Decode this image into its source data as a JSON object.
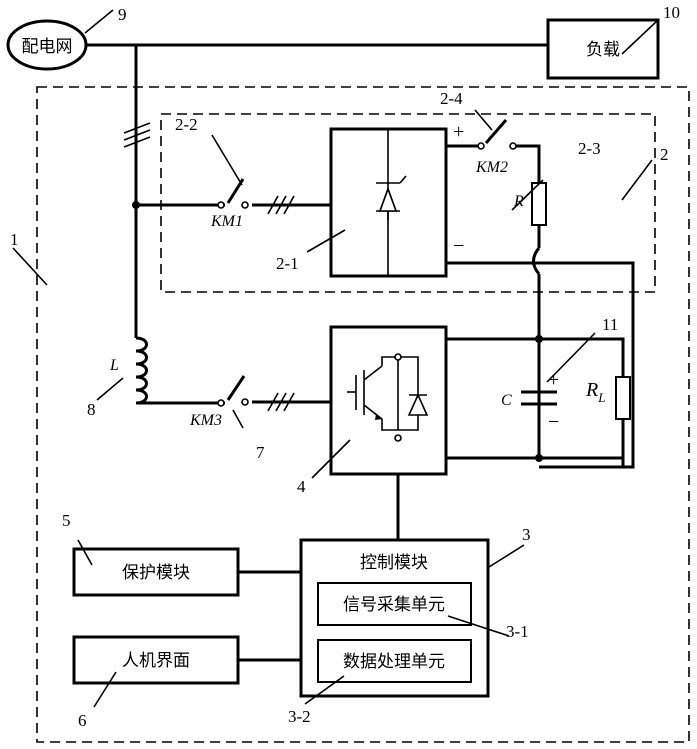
{
  "labels": {
    "grid": "配电网",
    "load": "负载",
    "protection": "保护模块",
    "hmi": "人机界面",
    "control": "控制模块",
    "signal": "信号采集单元",
    "data_proc": "数据处理单元"
  },
  "refs": {
    "r1": "1",
    "r2": "2",
    "r2_1": "2-1",
    "r2_2": "2-2",
    "r2_3": "2-3",
    "r2_4": "2-4",
    "r3": "3",
    "r3_1": "3-1",
    "r3_2": "3-2",
    "r4": "4",
    "r5": "5",
    "r6": "6",
    "r7": "7",
    "r8": "8",
    "r9": "9",
    "r10": "10",
    "r11": "11"
  },
  "symbols": {
    "km1": "KM1",
    "km2": "KM2",
    "km3": "KM3",
    "r": "R",
    "c": "C",
    "l": "L",
    "rl": "R",
    "rl_sub": "L",
    "plus": "+",
    "minus": "−"
  }
}
